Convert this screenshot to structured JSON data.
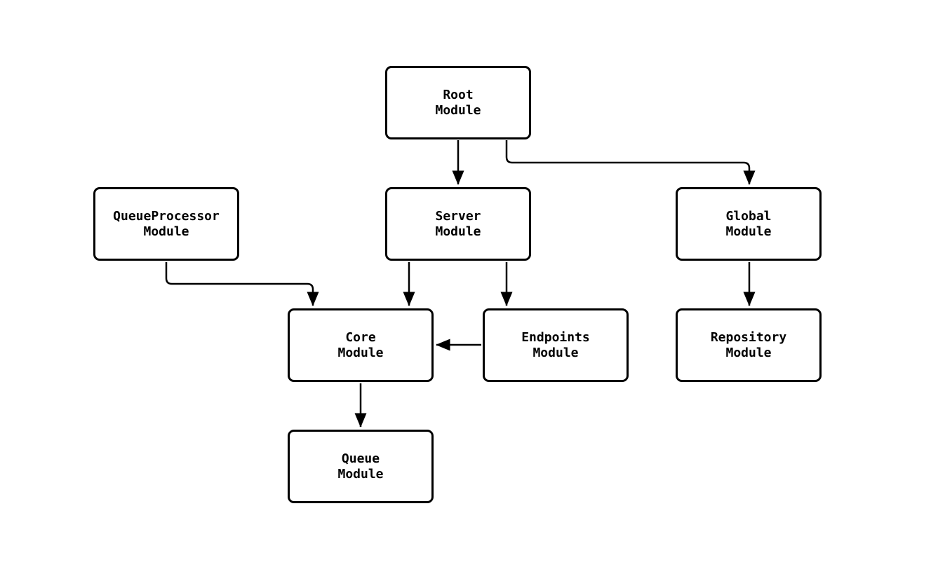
{
  "diagram": {
    "type": "module-dependency-flowchart",
    "colors": {
      "background": "#ffffff",
      "node_fill": "#ffffff",
      "node_border": "#000000",
      "text": "#000000",
      "edge": "#000000"
    },
    "nodes": {
      "root": {
        "label": "Root\nModule"
      },
      "queueprocessor": {
        "label": "QueueProcessor\nModule"
      },
      "server": {
        "label": "Server\nModule"
      },
      "global": {
        "label": "Global\nModule"
      },
      "core": {
        "label": "Core\nModule"
      },
      "endpoints": {
        "label": "Endpoints\nModule"
      },
      "repository": {
        "label": "Repository\nModule"
      },
      "queue": {
        "label": "Queue\nModule"
      }
    },
    "edges": [
      {
        "from": "root",
        "to": "server"
      },
      {
        "from": "root",
        "to": "global"
      },
      {
        "from": "queueprocessor",
        "to": "core"
      },
      {
        "from": "server",
        "to": "core"
      },
      {
        "from": "server",
        "to": "endpoints"
      },
      {
        "from": "global",
        "to": "repository"
      },
      {
        "from": "endpoints",
        "to": "core"
      },
      {
        "from": "core",
        "to": "queue"
      }
    ]
  }
}
